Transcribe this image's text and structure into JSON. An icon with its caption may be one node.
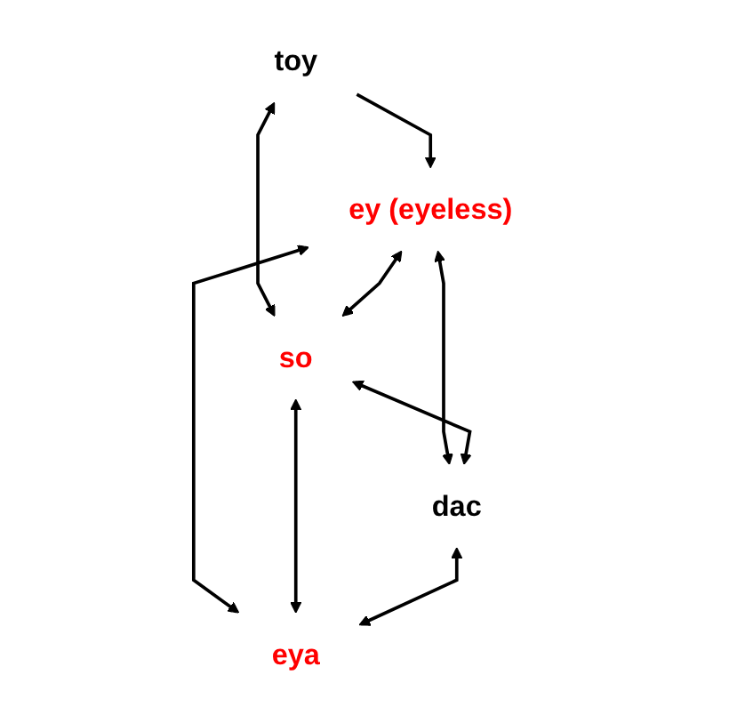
{
  "diagram": {
    "nodes": [
      {
        "text": [
          "toy"
        ]
      },
      {
        "text": [
          "ey (eyeless)"
        ]
      },
      {
        "text": [
          "so"
        ]
      },
      {
        "text": [
          "dac"
        ]
      },
      {
        "text": [
          "eya"
        ]
      }
    ],
    "edges": [
      {
        "from": 0,
        "to": 1,
        "arrow": "to"
      },
      {
        "from": 0,
        "to": 2,
        "arrow": "both"
      },
      {
        "from": 1,
        "to": 2,
        "arrow": "both"
      },
      {
        "from": 1,
        "to": 3,
        "arrow": "both"
      },
      {
        "from": 1,
        "to": 4,
        "arrow": "both"
      },
      {
        "from": 2,
        "to": 3,
        "arrow": "both"
      },
      {
        "from": 2,
        "to": 4,
        "arrow": "both"
      },
      {
        "from": 3,
        "to": 4,
        "arrow": "both"
      }
    ]
  }
}
